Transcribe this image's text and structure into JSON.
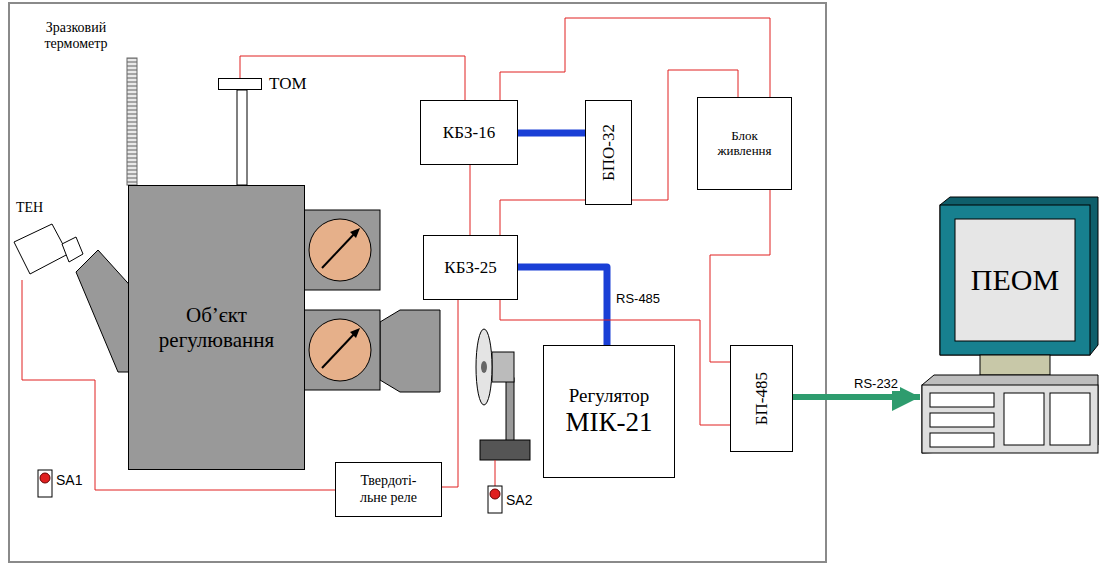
{
  "diagram": {
    "nodes": [
      {
        "text": [
          "ТОМ"
        ]
      },
      {
        "text": [
          "ТЕН"
        ]
      },
      {
        "text": [
          "Об’єкт регулювання"
        ]
      },
      {
        "text": [
          "КБЗ-16"
        ]
      },
      {
        "text": [
          "БПО-32"
        ]
      },
      {
        "text": [
          "Блок живлення"
        ]
      },
      {
        "text": [
          "КБЗ-25"
        ]
      },
      {
        "text": [
          "Регулятор",
          "МІК-21"
        ]
      },
      {
        "text": [
          "БП-485"
        ]
      },
      {
        "text": [
          "Твердоті- льне реле"
        ]
      },
      {
        "text": [
          "ПЕОМ"
        ]
      }
    ],
    "edges": [
      {
        "from": 0,
        "to": 3,
        "arrow": "none"
      },
      {
        "from": 3,
        "to": 4,
        "arrow": "none"
      },
      {
        "from": 5,
        "to": 3,
        "arrow": "none"
      },
      {
        "from": 3,
        "to": 6,
        "arrow": "none"
      },
      {
        "from": 5,
        "to": 6,
        "arrow": "none"
      },
      {
        "from": 6,
        "to": 7,
        "label": "RS-485",
        "arrow": "none"
      },
      {
        "from": 5,
        "to": 8,
        "arrow": "none"
      },
      {
        "from": 6,
        "to": 8,
        "arrow": "none"
      },
      {
        "from": 6,
        "to": 9,
        "arrow": "none"
      },
      {
        "from": 1,
        "to": 9,
        "arrow": "none"
      },
      {
        "from": 8,
        "to": 10,
        "label": "RS-232",
        "arrow": "to"
      }
    ],
    "labels": [
      "Зразковий термометр",
      "SA1",
      "SA2"
    ]
  }
}
